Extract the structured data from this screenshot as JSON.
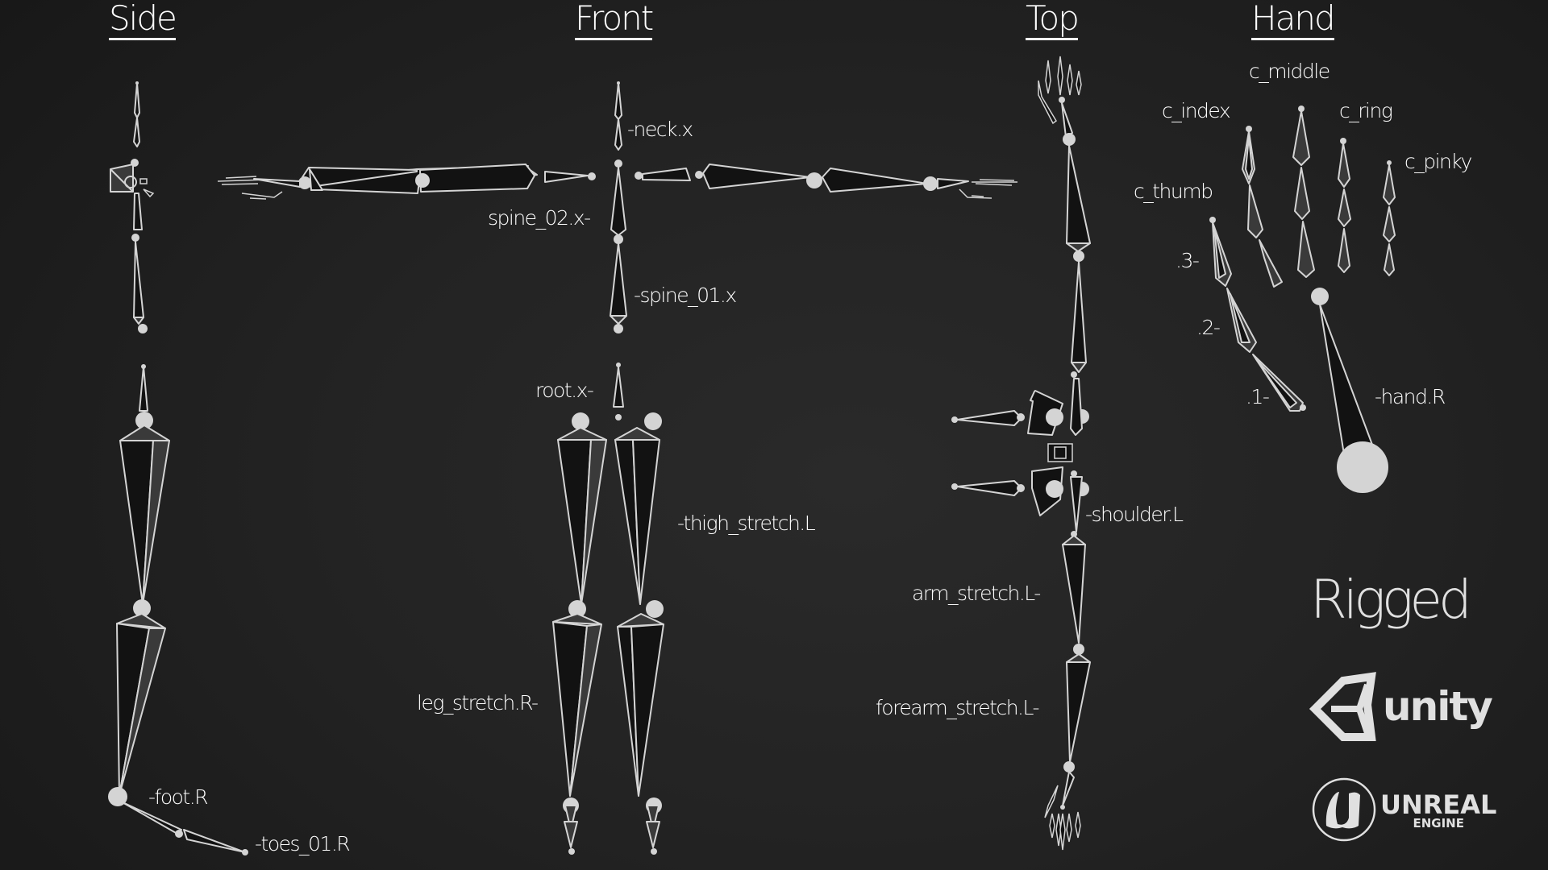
{
  "views": {
    "side": {
      "title": "Side"
    },
    "front": {
      "title": "Front"
    },
    "top": {
      "title": "Top"
    },
    "hand": {
      "title": "Hand"
    }
  },
  "labels": {
    "side": {
      "foot": "-foot.R",
      "toes": "-toes_01.R"
    },
    "front": {
      "neck": "-neck.x",
      "spine02": "spine_02.x-",
      "spine01": "-spine_01.x",
      "root": "root.x-",
      "thigh": "-thigh_stretch.L",
      "leg": "leg_stretch.R-"
    },
    "top": {
      "shoulder": "-shoulder.L",
      "arm": "arm_stretch.L-",
      "forearm": "forearm_stretch.L-"
    },
    "hand": {
      "middle": "c_middle",
      "index": "c_index",
      "ring": "c_ring",
      "pinky": "c_pinky",
      "thumb": "c_thumb",
      "t3": ".3-",
      "t2": ".2-",
      "t1": ".1-",
      "hand": "-hand.R"
    }
  },
  "badges": {
    "rigged": "Rigged",
    "unity": "unity",
    "unreal_line1": "UNREAL",
    "unreal_line2": "ENGINE"
  },
  "colors": {
    "background": "#232323",
    "bone_fill": "#111111",
    "bone_shade": "#3a3a3a",
    "bone_outline": "#d6d6d6",
    "text": "#ffffff"
  }
}
